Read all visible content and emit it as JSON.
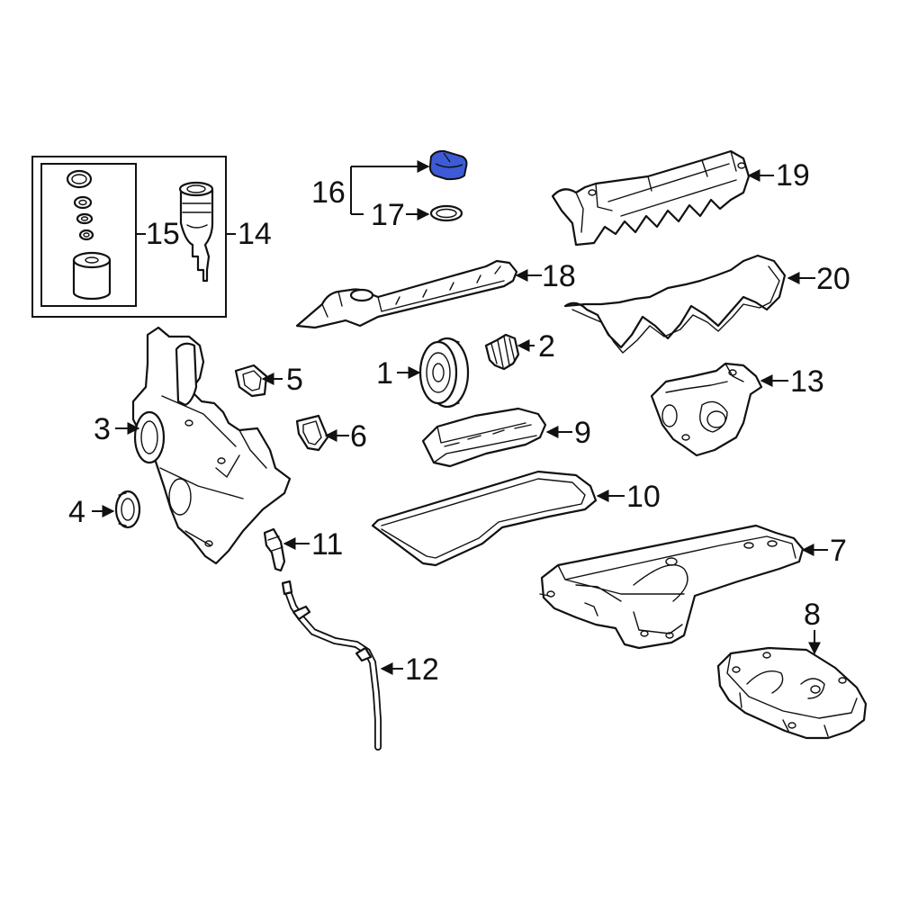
{
  "callouts": {
    "c1": "1",
    "c2": "2",
    "c3": "3",
    "c4": "4",
    "c5": "5",
    "c6": "6",
    "c7": "7",
    "c8": "8",
    "c9": "9",
    "c10": "10",
    "c11": "11",
    "c12": "12",
    "c13": "13",
    "c14": "14",
    "c15": "15",
    "c16": "16",
    "c17": "17",
    "c18": "18",
    "c19": "19",
    "c20": "20"
  },
  "colors": {
    "line": "#111111",
    "background": "#ffffff",
    "highlight": "#3d5bd6"
  }
}
